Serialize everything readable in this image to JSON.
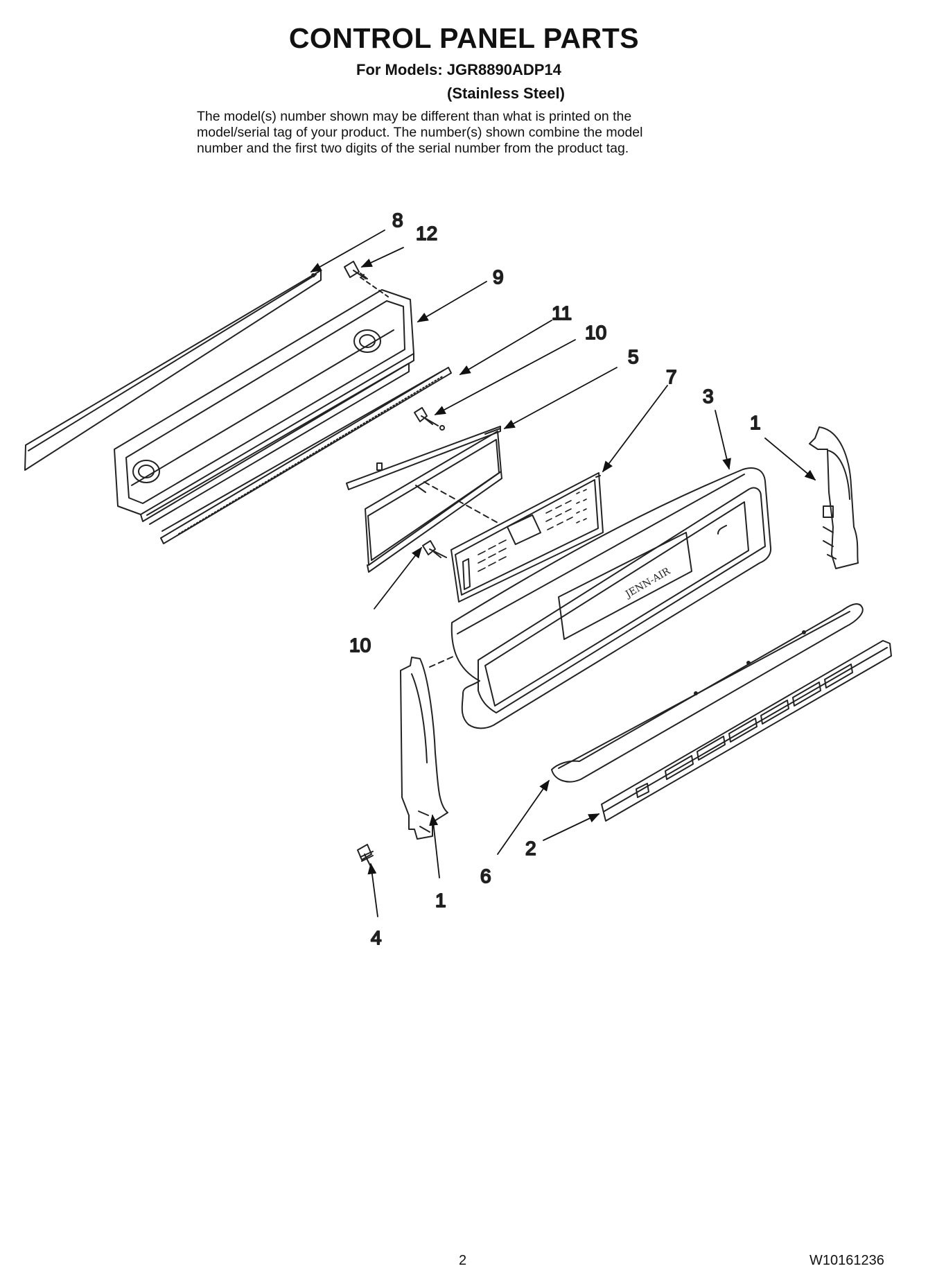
{
  "header": {
    "title": "CONTROL PANEL PARTS",
    "models_line": "For Models: JGR8890ADP14",
    "finish_line": "(Stainless Steel)",
    "note_lines": [
      "The model(s) number shown may be different than what is printed on the",
      "model/serial tag of your product. The number(s) shown combine the model",
      "number and the first two digits of the serial number from the product tag."
    ]
  },
  "diagram": {
    "brand_marking": "JENN-AIR",
    "callouts": [
      {
        "part": "8"
      },
      {
        "part": "12"
      },
      {
        "part": "9"
      },
      {
        "part": "11"
      },
      {
        "part": "10"
      },
      {
        "part": "5"
      },
      {
        "part": "7"
      },
      {
        "part": "3"
      },
      {
        "part": "1"
      },
      {
        "part": "10"
      },
      {
        "part": "1"
      },
      {
        "part": "6"
      },
      {
        "part": "2"
      },
      {
        "part": "4"
      }
    ]
  },
  "footer": {
    "page_number": "2",
    "document_number": "W10161236"
  }
}
